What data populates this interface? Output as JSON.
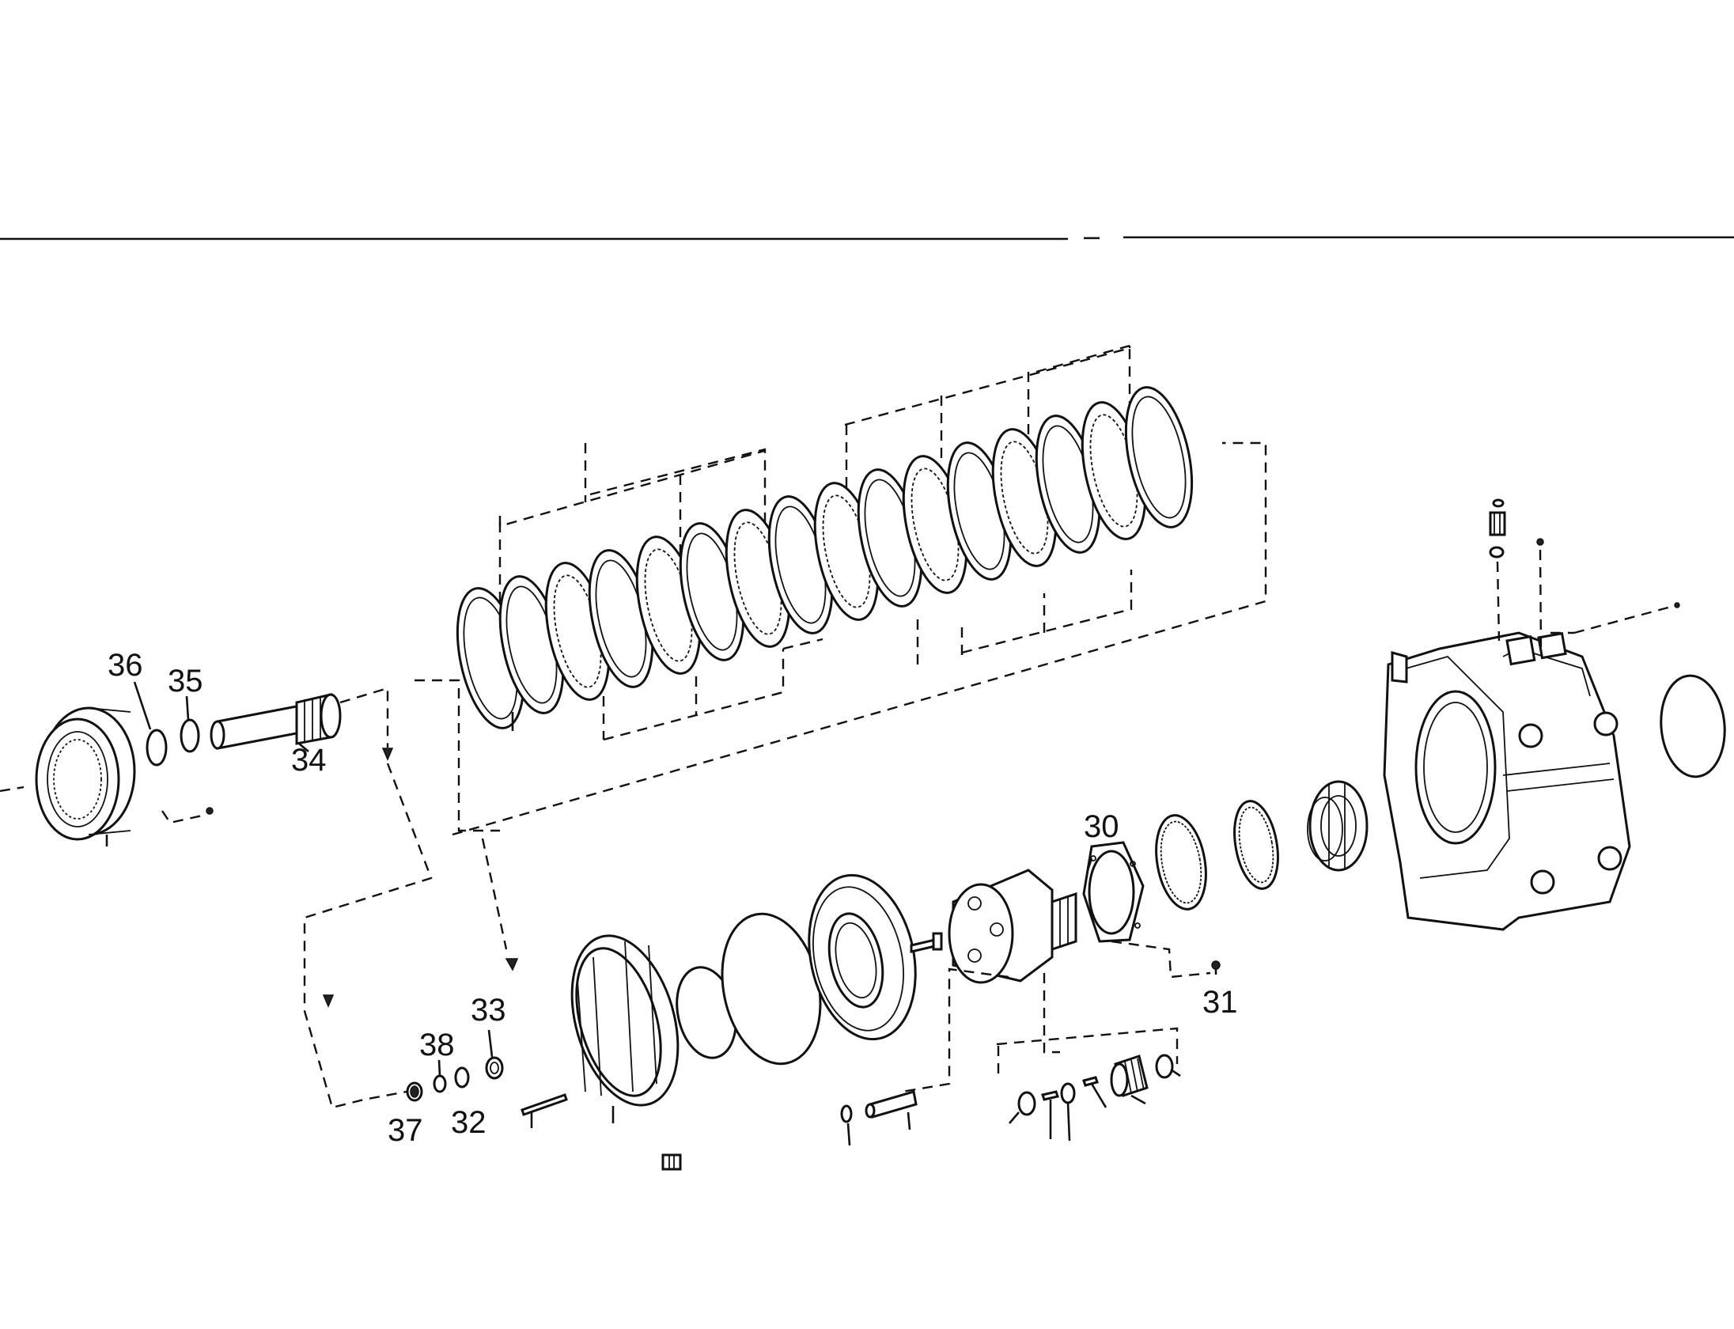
{
  "callouts": {
    "c30": "30",
    "c31": "31",
    "c32": "32",
    "c33": "33",
    "c34": "34",
    "c35": "35",
    "c36": "36",
    "c37": "37",
    "c38": "38"
  }
}
